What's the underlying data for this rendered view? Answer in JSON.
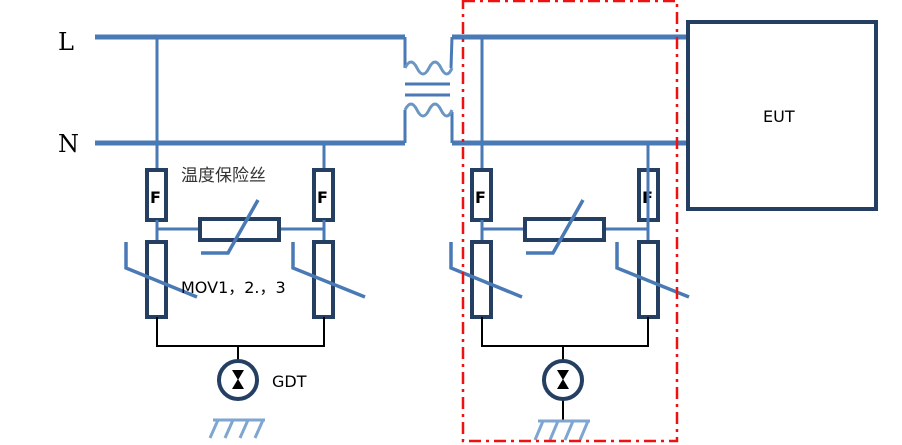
{
  "diagram": {
    "type": "surge protection circuit",
    "labels": {
      "line": "L",
      "neutral": "N",
      "fuse_left_1": "F",
      "fuse_left_2": "F",
      "fuse_right_1": "F",
      "fuse_right_2": "F",
      "thermal_fuse": "温度保险丝",
      "mov": "MOV1，2.，3",
      "gdt": "GDT",
      "eut": "EUT"
    },
    "colors": {
      "wire": "#4a7ab5",
      "component": "#243f62",
      "boundary": "#ee1111"
    }
  }
}
